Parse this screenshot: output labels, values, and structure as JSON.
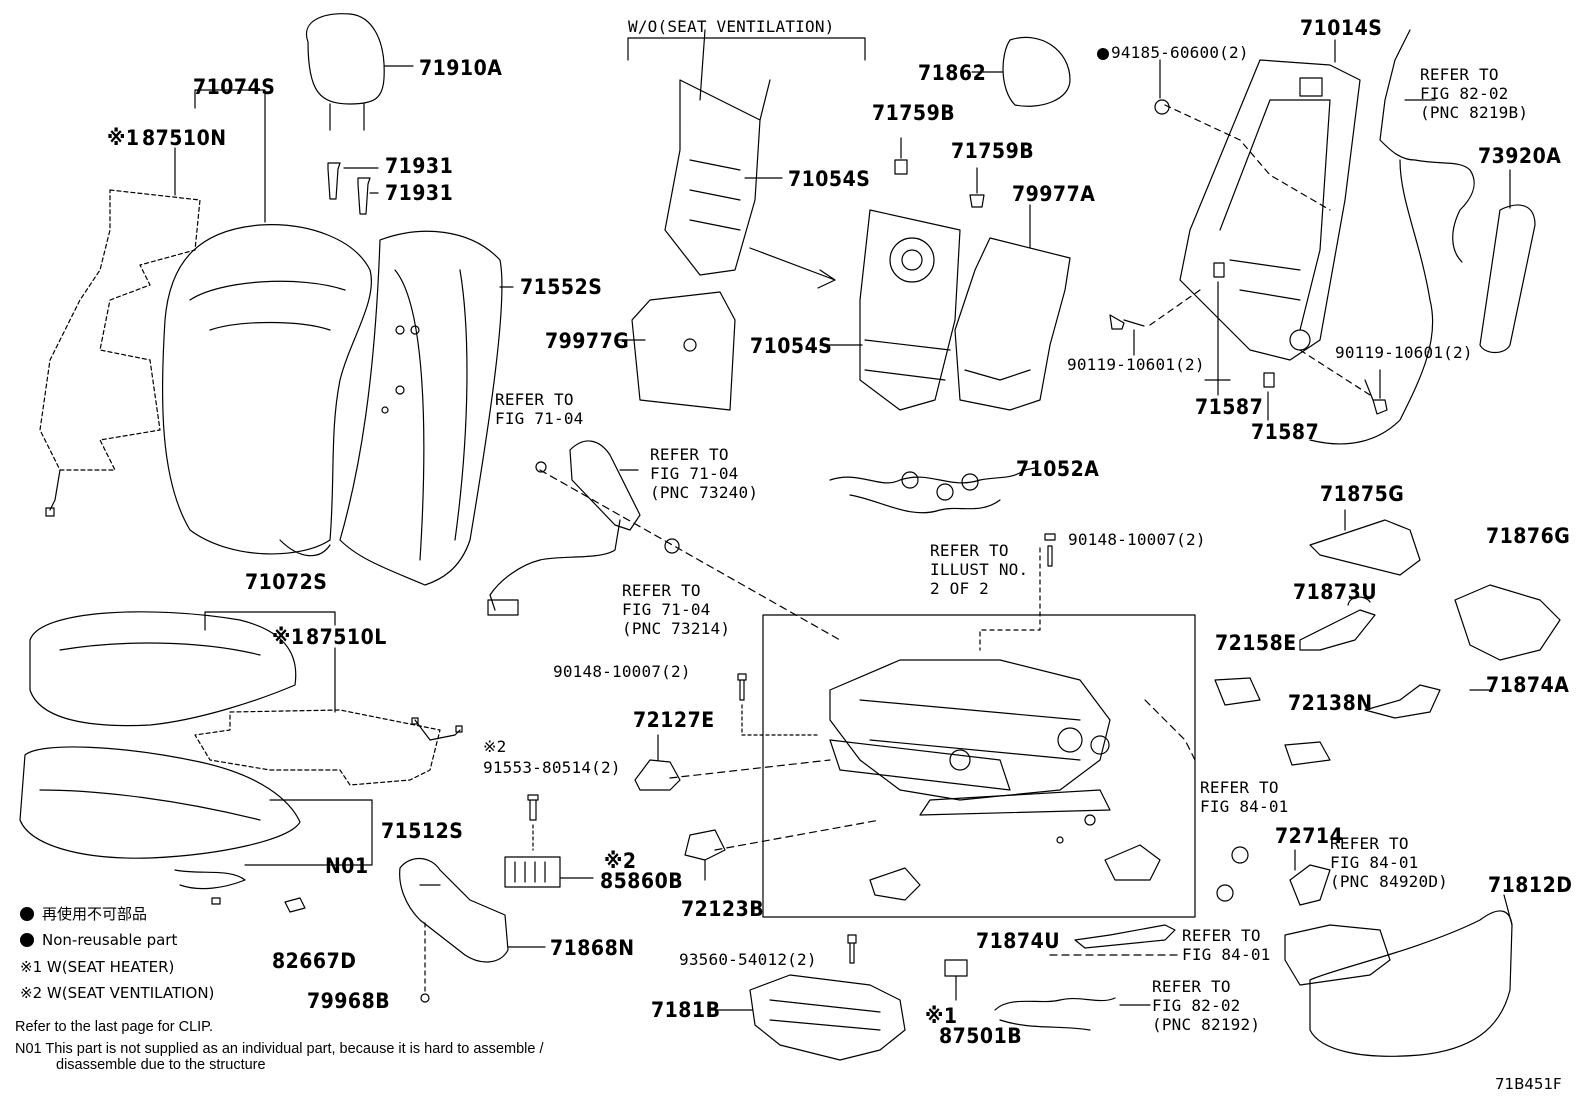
{
  "parts": {
    "p71910A": "71910A",
    "p71074S": "71074S",
    "p87510N_mark": "※1",
    "p87510N": "87510N",
    "p71931a": "71931",
    "p71931b": "71931",
    "p71552S": "71552S",
    "p71072S": "71072S",
    "p87510L_mark": "※1",
    "p87510L": "87510L",
    "p71512S": "71512S",
    "pN01": "N01",
    "p82667D": "82667D",
    "p79968B": "79968B",
    "p71868N": "71868N",
    "p85860B_mark": "※2",
    "p85860B": "85860B",
    "p91553_mark": "※2",
    "p91553": "91553-80514(2)",
    "p90148a": "90148-10007(2)",
    "p72127E": "72127E",
    "p72123B": "72123B",
    "p93560": "93560-54012(2)",
    "p7181B": "7181B",
    "p79977G": "79977G",
    "p71054Sa": "71054S",
    "p71054Sb": "71054S",
    "p71862": "71862",
    "p71759Ba": "71759B",
    "p71759Bb": "71759B",
    "p79977A": "79977A",
    "p71052A": "71052A",
    "p90148b": "90148-10007(2)",
    "p94185": "94185-60600(2)",
    "p71014S": "71014S",
    "p73920A": "73920A",
    "p90119a": "90119-10601(2)",
    "p90119b": "90119-10601(2)",
    "p71587a": "71587",
    "p71587b": "71587",
    "p71875G": "71875G",
    "p71876G": "71876G",
    "p71873U": "71873U",
    "p72158E": "72158E",
    "p71874A": "71874A",
    "p72138N": "72138N",
    "p72714": "72714",
    "p71812D": "71812D",
    "p71874U": "71874U",
    "p87501B_mark": "※1",
    "p87501B": "87501B"
  },
  "notes": {
    "wo": "W/O(SEAT VENTILATION)",
    "ref1": [
      "REFER TO",
      "FIG 71-04"
    ],
    "ref2": [
      "REFER TO",
      "FIG 71-04",
      "(PNC 73240)"
    ],
    "ref3": [
      "REFER TO",
      "FIG 71-04",
      "(PNC 73214)"
    ],
    "illust": [
      "REFER TO",
      "ILLUST NO.",
      "2 OF 2"
    ],
    "ref8202a": [
      "REFER TO",
      "FIG 82-02",
      "(PNC 8219B)"
    ],
    "ref8401a": [
      "REFER TO",
      "FIG 84-01"
    ],
    "ref8401b": [
      "REFER TO",
      "FIG 84-01",
      "(PNC 84920D)"
    ],
    "ref8401c": [
      "REFER TO",
      "FIG 84-01"
    ],
    "ref8202b": [
      "REFER TO",
      "FIG 82-02",
      "(PNC 82192)"
    ]
  },
  "legend": {
    "jp": "再使用不可部品",
    "en": "Non-reusable part",
    "m1": "※1  W(SEAT HEATER)",
    "m2": "※2  W(SEAT VENTILATION)"
  },
  "footer": {
    "clip": "Refer to the last page for CLIP.",
    "n01_line1": "N01  This part is not supplied as an individual part, because it is hard to assemble /",
    "n01_line2": "disassemble due to the structure"
  },
  "figure_code": "71B451F"
}
